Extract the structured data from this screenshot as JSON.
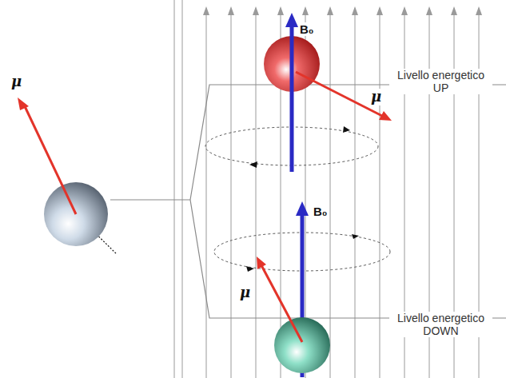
{
  "diagram": {
    "labels": [
      "μ",
      "B₀",
      "Livello energetico UP",
      "μ",
      "B₀",
      "μ",
      "Livello energetico DOWN"
    ]
  }
}
